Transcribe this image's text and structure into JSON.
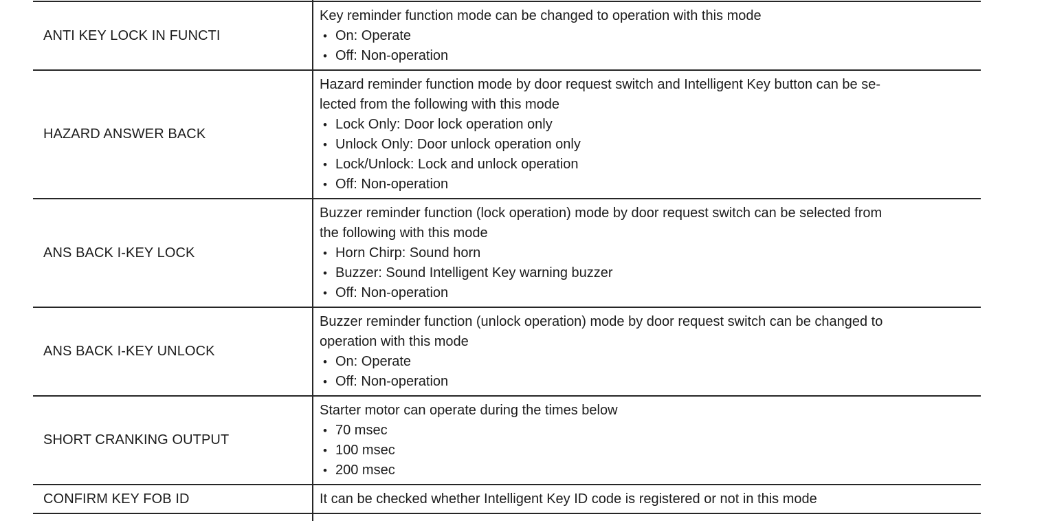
{
  "page": {
    "background_color": "#ffffff",
    "text_color": "#1c1c1c",
    "rule_color": "#262626",
    "bullet_char": "•"
  },
  "table": {
    "columns": [
      "work_support_item",
      "description"
    ],
    "rows": [
      {
        "item": "ANTI KEY LOCK IN FUNCTI",
        "intro_lines": [
          "Key reminder function mode can be changed to operation with this mode"
        ],
        "bullets": [
          "On: Operate",
          "Off: Non-operation"
        ]
      },
      {
        "item": "HAZARD ANSWER BACK",
        "intro_lines": [
          "Hazard reminder function mode by door request switch and Intelligent Key button can be se-",
          "lected from the following with this mode"
        ],
        "bullets": [
          "Lock Only: Door lock operation only",
          "Unlock Only: Door unlock operation only",
          "Lock/Unlock: Lock and unlock operation",
          "Off: Non-operation"
        ]
      },
      {
        "item": "ANS BACK I-KEY LOCK",
        "intro_lines": [
          "Buzzer reminder function (lock operation) mode by door request switch can be selected from",
          "the following with this mode"
        ],
        "bullets": [
          "Horn Chirp: Sound horn",
          "Buzzer: Sound Intelligent Key warning buzzer",
          "Off: Non-operation"
        ]
      },
      {
        "item": "ANS BACK I-KEY UNLOCK",
        "intro_lines": [
          "Buzzer reminder function (unlock operation) mode by door request switch can be changed to",
          "operation with this mode"
        ],
        "bullets": [
          "On: Operate",
          "Off: Non-operation"
        ]
      },
      {
        "item": "SHORT CRANKING OUTPUT",
        "intro_lines": [
          "Starter motor can operate during the times below"
        ],
        "bullets": [
          "70 msec",
          "100 msec",
          "200 msec"
        ]
      },
      {
        "item": "CONFIRM KEY FOB ID",
        "intro_lines": [
          "It can be checked whether Intelligent Key ID code is registered or not in this mode"
        ],
        "bullets": []
      }
    ]
  }
}
